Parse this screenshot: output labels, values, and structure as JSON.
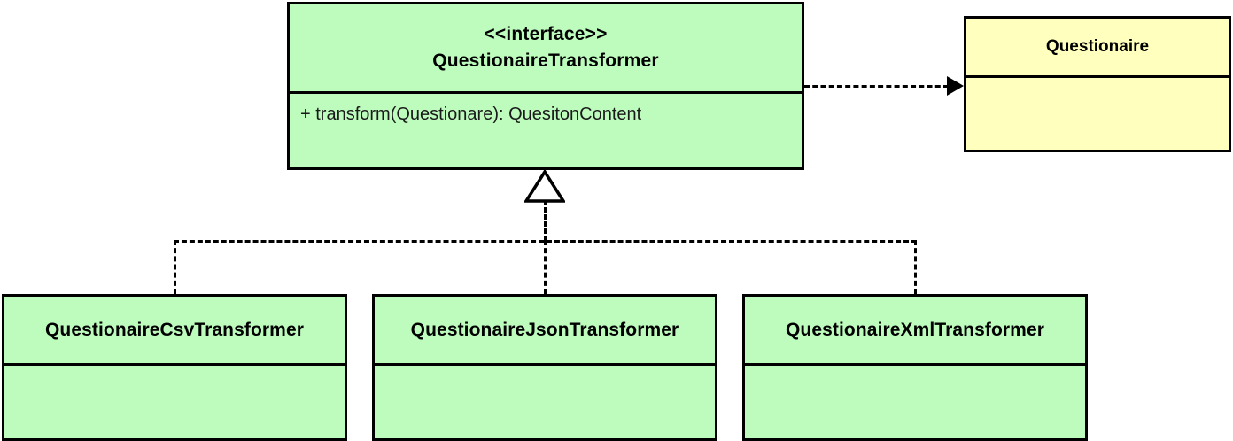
{
  "diagram": {
    "type": "uml-class-diagram",
    "title": "Questionaire Transformer class diagram",
    "colors": {
      "interface_fill": "#bdfcbd",
      "class_fill": "#bdfcbd",
      "entity_fill": "#ffffbe",
      "stroke": "#000000",
      "background": "#ffffff"
    }
  },
  "classes": {
    "interface": {
      "stereotype": "<<interface>>",
      "name": "QuestionaireTransformer",
      "methods": [
        "+ transform(Questionare): QuesitonContent"
      ]
    },
    "entity": {
      "name": "Questionaire",
      "members": []
    },
    "implementations": [
      {
        "name": "QuestionaireCsvTransformer",
        "members": []
      },
      {
        "name": "QuestionaireJsonTransformer",
        "members": []
      },
      {
        "name": "QuestionaireXmlTransformer",
        "members": []
      }
    ]
  },
  "relationships": [
    {
      "kind": "dependency",
      "style": "dashed-open-arrow",
      "from": "QuestionaireTransformer",
      "to": "Questionaire"
    },
    {
      "kind": "realization",
      "style": "dashed-hollow-triangle",
      "from": "QuestionaireCsvTransformer",
      "to": "QuestionaireTransformer"
    },
    {
      "kind": "realization",
      "style": "dashed-hollow-triangle",
      "from": "QuestionaireJsonTransformer",
      "to": "QuestionaireTransformer"
    },
    {
      "kind": "realization",
      "style": "dashed-hollow-triangle",
      "from": "QuestionaireXmlTransformer",
      "to": "QuestionaireTransformer"
    }
  ]
}
